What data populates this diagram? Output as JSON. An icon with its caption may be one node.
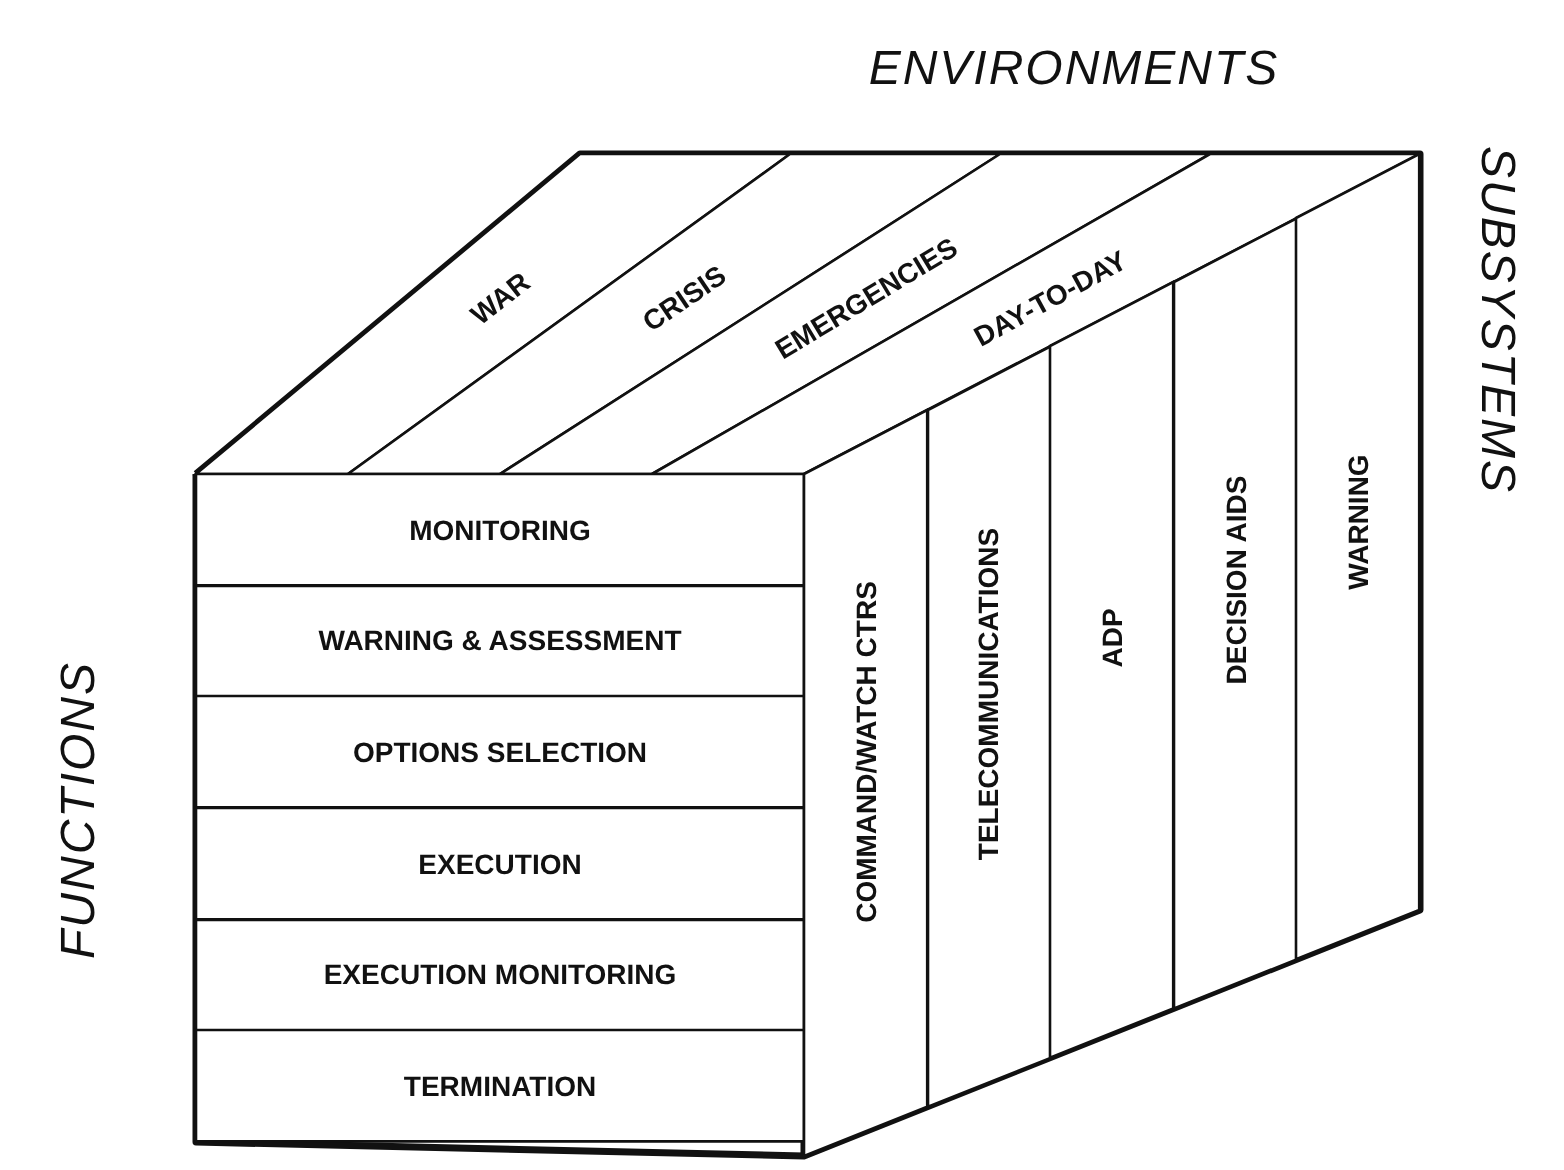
{
  "diagram": {
    "nodes": [
      {
        "text": [
          "WAR"
        ]
      },
      {
        "text": [
          "CRISIS"
        ]
      },
      {
        "text": [
          "EMERGENCIES"
        ]
      },
      {
        "text": [
          "DAY-TO-DAY"
        ]
      },
      {
        "text": [
          "MONITORING"
        ]
      },
      {
        "text": [
          "WARNING & ASSESSMENT"
        ]
      },
      {
        "text": [
          "OPTIONS SELECTION"
        ]
      },
      {
        "text": [
          "EXECUTION"
        ]
      },
      {
        "text": [
          "EXECUTION MONITORING"
        ]
      },
      {
        "text": [
          "TERMINATION"
        ]
      },
      {
        "text": [
          "COMMAND/WATCH CTRS"
        ]
      },
      {
        "text": [
          "TELECOMMUNICATIONS"
        ]
      },
      {
        "text": [
          "ADP"
        ]
      },
      {
        "text": [
          "DECISION AIDS"
        ]
      },
      {
        "text": [
          "WARNING"
        ]
      }
    ],
    "labels": [
      "ENVIRONMENTS",
      "SUBSYSTEMS",
      "FUNCTIONS"
    ]
  }
}
